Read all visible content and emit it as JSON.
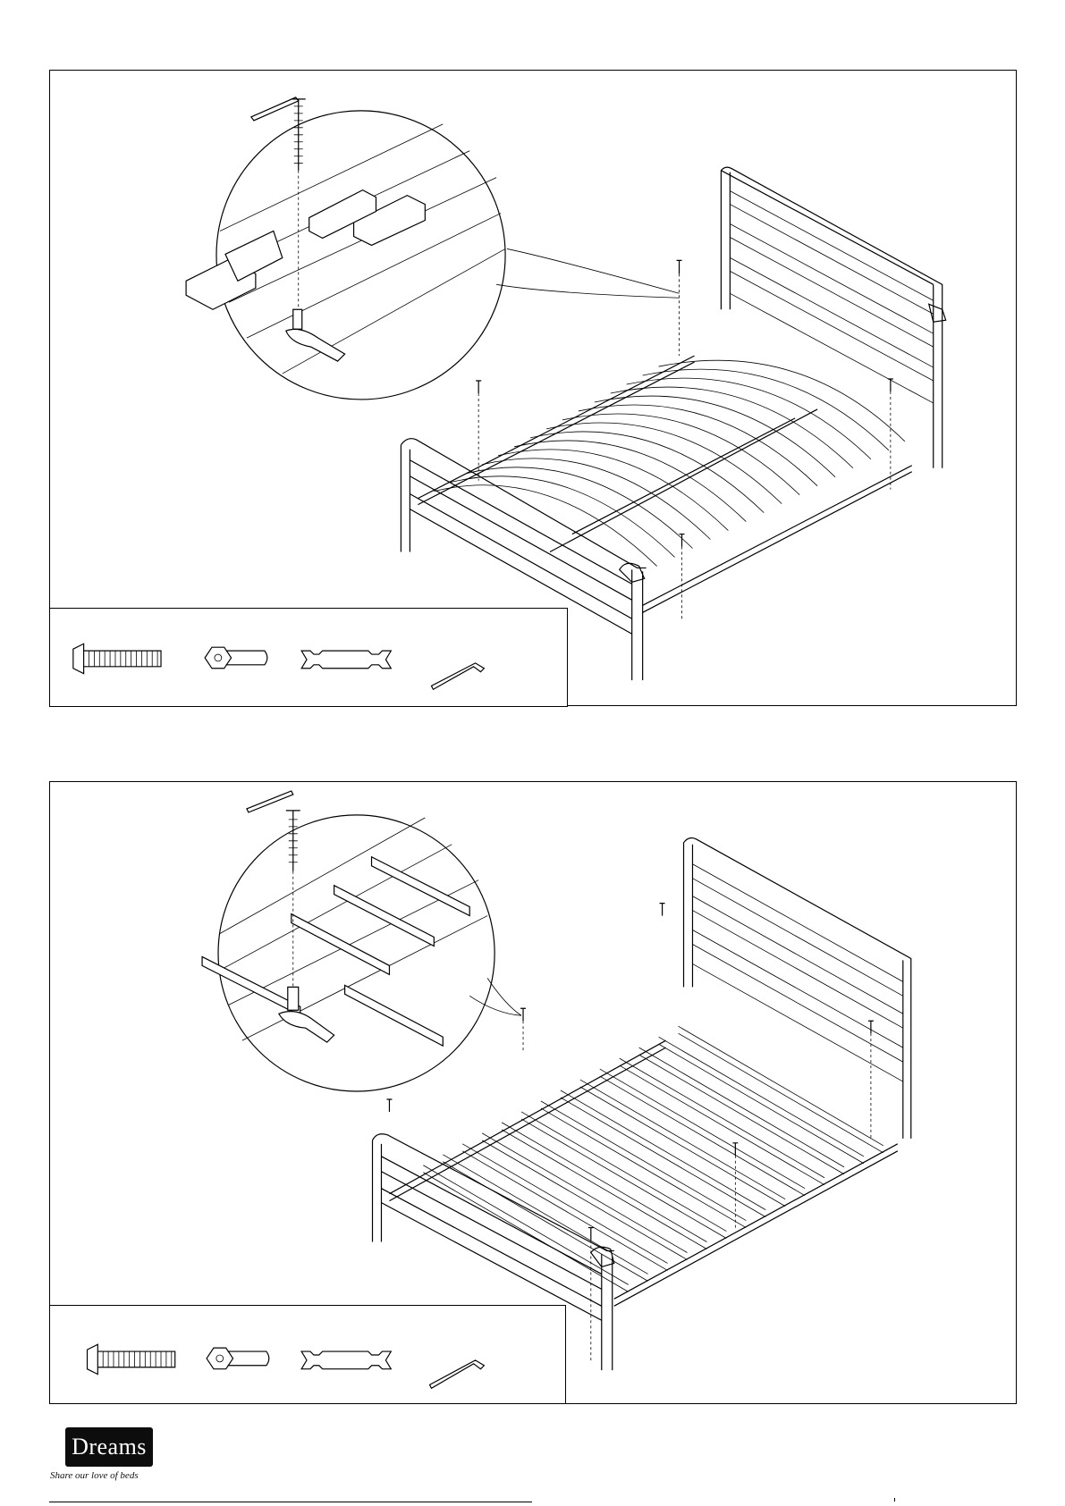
{
  "brand": {
    "name": "Dreams",
    "tagline_start": "Share our",
    "tagline_accent": "love",
    "tagline_end": "of beds"
  },
  "steps": [
    {
      "id": "step-1",
      "variant": "sprung-slats",
      "hardware": [
        "bolt",
        "barrel-nut",
        "spanner",
        "allen-key"
      ]
    },
    {
      "id": "step-2",
      "variant": "flat-slats",
      "hardware": [
        "bolt",
        "barrel-nut",
        "spanner",
        "allen-key"
      ]
    }
  ],
  "icons": {
    "bolt": "bolt-icon",
    "barrel_nut": "barrel-nut-icon",
    "spanner": "spanner-icon",
    "allen_key": "allen-key-icon"
  }
}
